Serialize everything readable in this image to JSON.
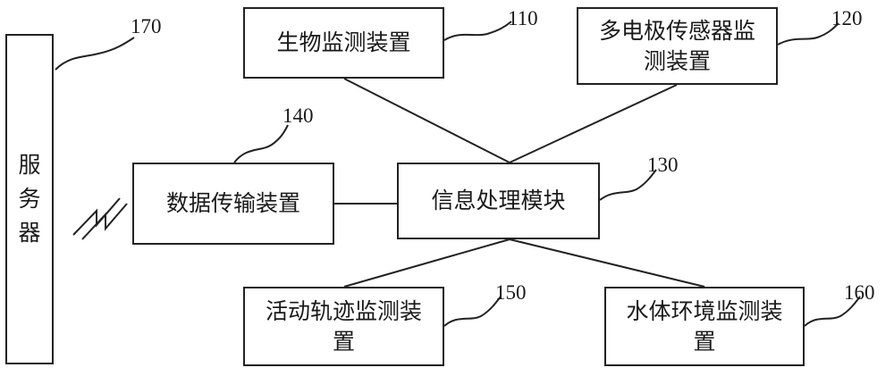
{
  "diagram": {
    "server": {
      "label": "服务器",
      "ref": "170"
    },
    "bio_monitor": {
      "label": "生物监测装置",
      "ref": "110"
    },
    "multi_electrode": {
      "label": "多电极传感器监测装置",
      "ref": "120"
    },
    "info_processing": {
      "label": "信息处理模块",
      "ref": "130"
    },
    "data_transmission": {
      "label": "数据传输装置",
      "ref": "140"
    },
    "activity_track": {
      "label": "活动轨迹监测装置",
      "ref": "150"
    },
    "water_env": {
      "label": "水体环境监测装置",
      "ref": "160"
    }
  }
}
